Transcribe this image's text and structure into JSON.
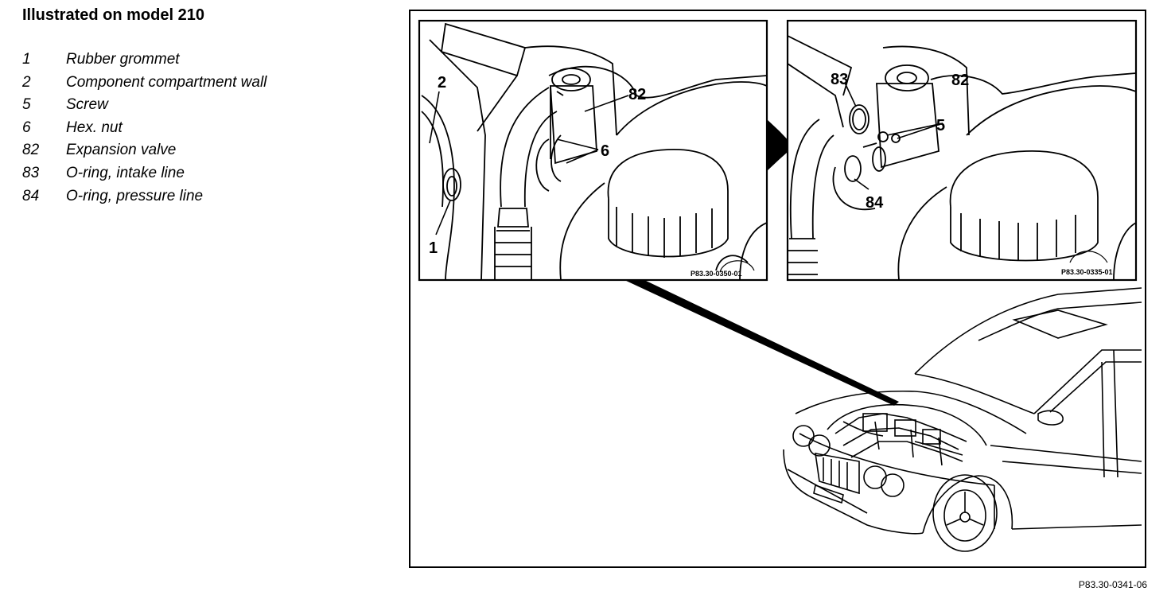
{
  "heading": "Illustrated on model 210",
  "legend": [
    {
      "num": "1",
      "label": "Rubber grommet"
    },
    {
      "num": "2",
      "label": "Component compartment wall"
    },
    {
      "num": "5",
      "label": "Screw"
    },
    {
      "num": "6",
      "label": "Hex. nut"
    },
    {
      "num": "82",
      "label": "Expansion valve"
    },
    {
      "num": "83",
      "label": "O-ring, intake line"
    },
    {
      "num": "84",
      "label": "O-ring, pressure line"
    }
  ],
  "callouts": {
    "c1": "1",
    "c2": "2",
    "c82a": "82",
    "c6": "6",
    "c83": "83",
    "c82b": "82",
    "c5": "5",
    "c84": "84"
  },
  "inset_codes": {
    "left": "P83.30-0350-01",
    "right": "P83.30-0335-01"
  },
  "figure_code": "P83.30-0341-06"
}
